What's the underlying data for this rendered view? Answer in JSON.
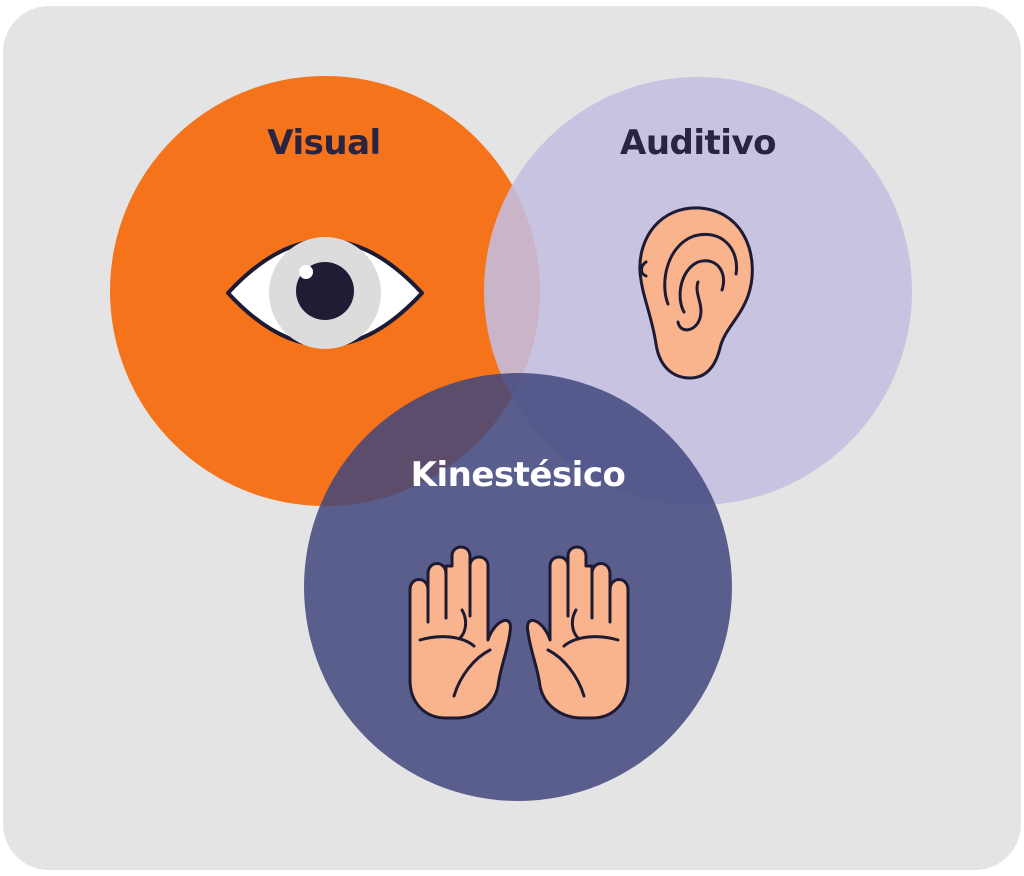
{
  "diagram": {
    "sets": [
      {
        "key": "visual",
        "label": "Visual",
        "fill": "#f5731a",
        "label_color": "#2a2440",
        "icon": "eye-icon"
      },
      {
        "key": "auditivo",
        "label": "Auditivo",
        "fill": "#c3bedf",
        "label_color": "#2a2440",
        "icon": "ear-icon"
      },
      {
        "key": "kinestesico",
        "label": "Kinestésico",
        "fill": "#41467c",
        "label_color": "#ffffff",
        "icon": "hands-icon"
      }
    ],
    "colors": {
      "card_background": "#e4e4e4",
      "skin": "#f9b48e",
      "outline": "#1d1a33",
      "eye_white": "#ffffff",
      "iris": "#dcdcdc",
      "pupil": "#1f1c36"
    }
  }
}
